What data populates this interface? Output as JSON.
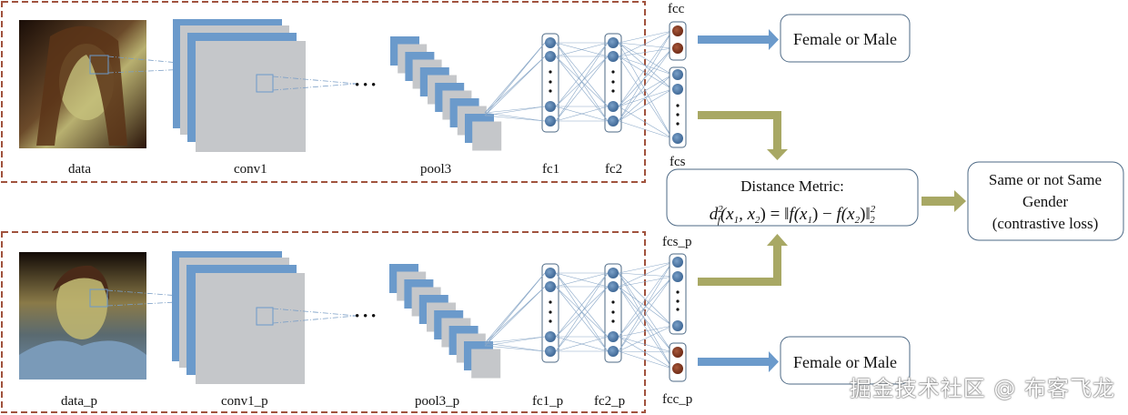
{
  "colors": {
    "dash_border": "#a0523d",
    "feature_blue": "#6b9acb",
    "feature_gray": "#c5c7ca",
    "node_blue": "#4f7aa8",
    "node_brown": "#8b3a22",
    "arrow_blue": "#6b9acb",
    "arrow_olive": "#a8a864",
    "box_border": "#4e6a86"
  },
  "top_branch": {
    "labels": {
      "data": "data",
      "conv1": "conv1",
      "pool3": "pool3",
      "fc1": "fc1",
      "fc2": "fc2",
      "fcc": "fcc",
      "fcs": "fcs"
    },
    "ellipsis": "• • •",
    "output_box": "Female or Male",
    "image_subject": "female face photo"
  },
  "bottom_branch": {
    "labels": {
      "data": "data_p",
      "conv1": "conv1_p",
      "pool3": "pool3_p",
      "fc1": "fc1_p",
      "fc2": "fc2_p",
      "fcc": "fcc_p",
      "fcs": "fcs_p"
    },
    "ellipsis": "• • •",
    "output_box": "Female or Male",
    "image_subject": "male face photo"
  },
  "distance_box": {
    "line1": "Distance Metric:",
    "formula": "d_f^2(x_1, x_2) = ||f(x_1) − f(x_2)||_2^2"
  },
  "loss_box": {
    "line1": "Same or not Same",
    "line2": "Gender",
    "line3": "(contrastive loss)"
  },
  "watermark": "掘金技术社区 @ 布客飞龙"
}
